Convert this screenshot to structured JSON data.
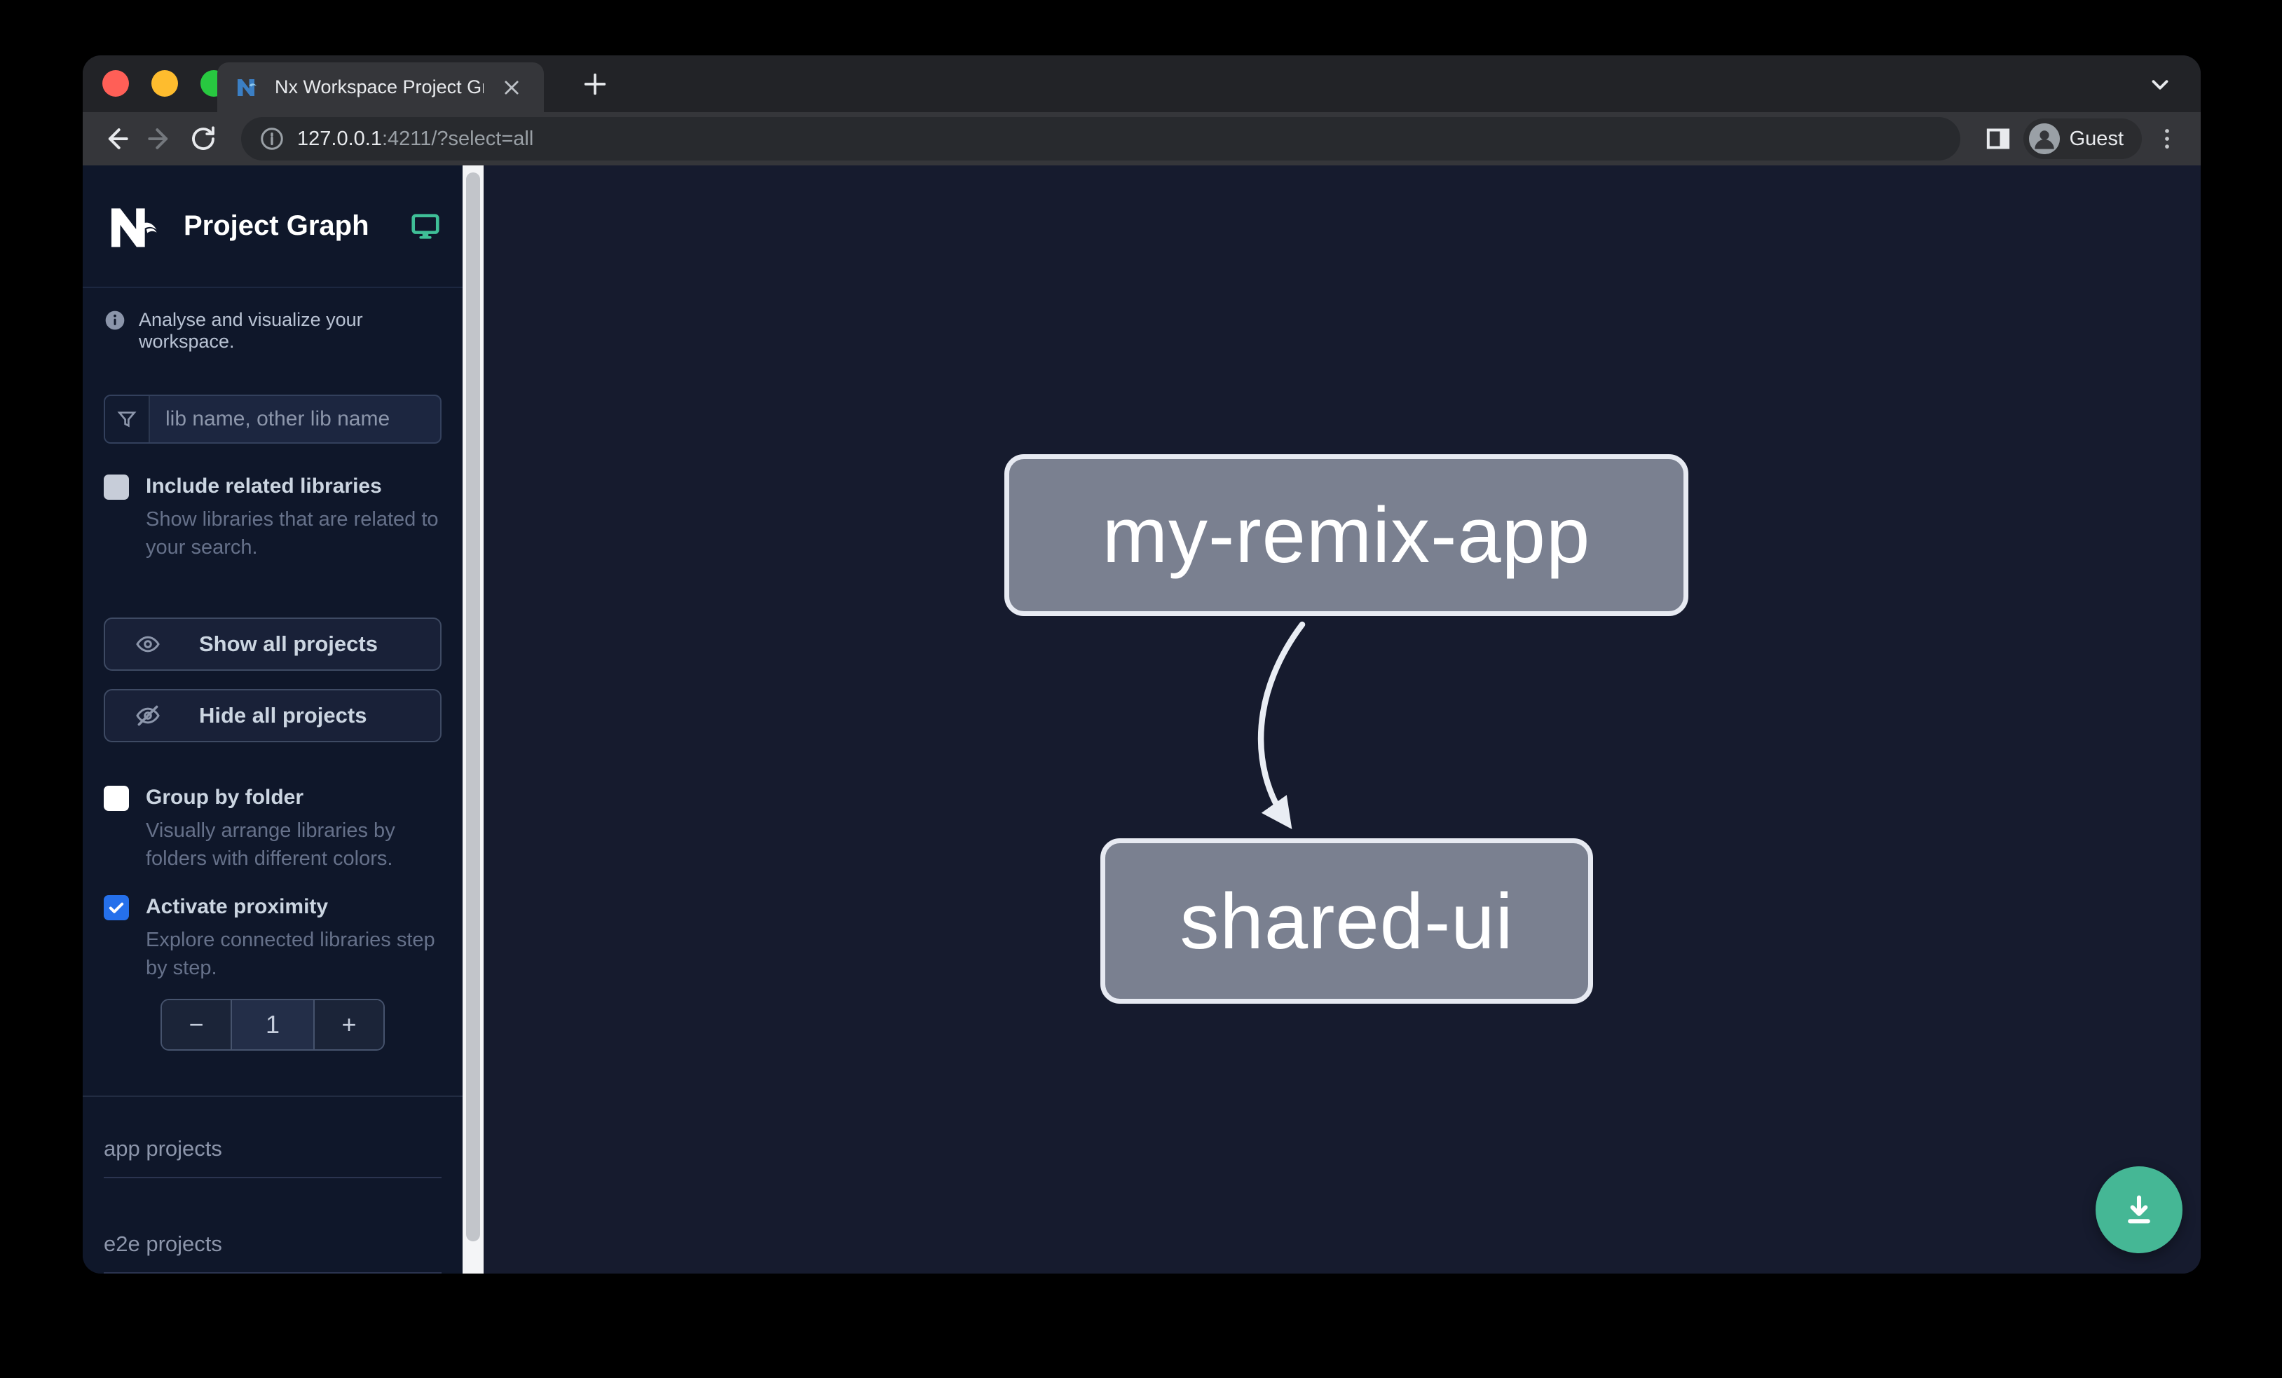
{
  "browser": {
    "tab_title": "Nx Workspace Project Graph",
    "url_host": "127.0.0.1",
    "url_rest": ":4211/?select=all",
    "profile_label": "Guest"
  },
  "sidebar": {
    "app_title": "Project Graph",
    "tagline": "Analyse and visualize your workspace.",
    "search_placeholder": "lib name, other lib name",
    "checkboxes": [
      {
        "label": "Include related libraries",
        "description": "Show libraries that are related to your search.",
        "checked": false
      },
      {
        "label": "Group by folder",
        "description": "Visually arrange libraries by folders with different colors.",
        "checked": false
      },
      {
        "label": "Activate proximity",
        "description": "Explore connected libraries step by step.",
        "checked": true
      }
    ],
    "actions": [
      {
        "label": "Show all projects"
      },
      {
        "label": "Hide all projects"
      }
    ],
    "stepper": {
      "decrement": "−",
      "value": "1",
      "increment": "+"
    },
    "sections": [
      {
        "label": "app projects"
      },
      {
        "label": "e2e projects"
      }
    ]
  },
  "graph": {
    "nodes": [
      {
        "label": "my-remix-app"
      },
      {
        "label": "shared-ui"
      }
    ],
    "edges": [
      {
        "source": "my-remix-app",
        "target": "shared-ui"
      }
    ]
  },
  "colors": {
    "accent_green": "#3fbf97",
    "fab_green": "#45b795",
    "checkbox_checked_blue": "#2570eb",
    "node_fill": "#7a8090",
    "node_border": "#e7eaf2",
    "canvas_bg": "#161b2e",
    "sidebar_bg": "#0f172a"
  }
}
